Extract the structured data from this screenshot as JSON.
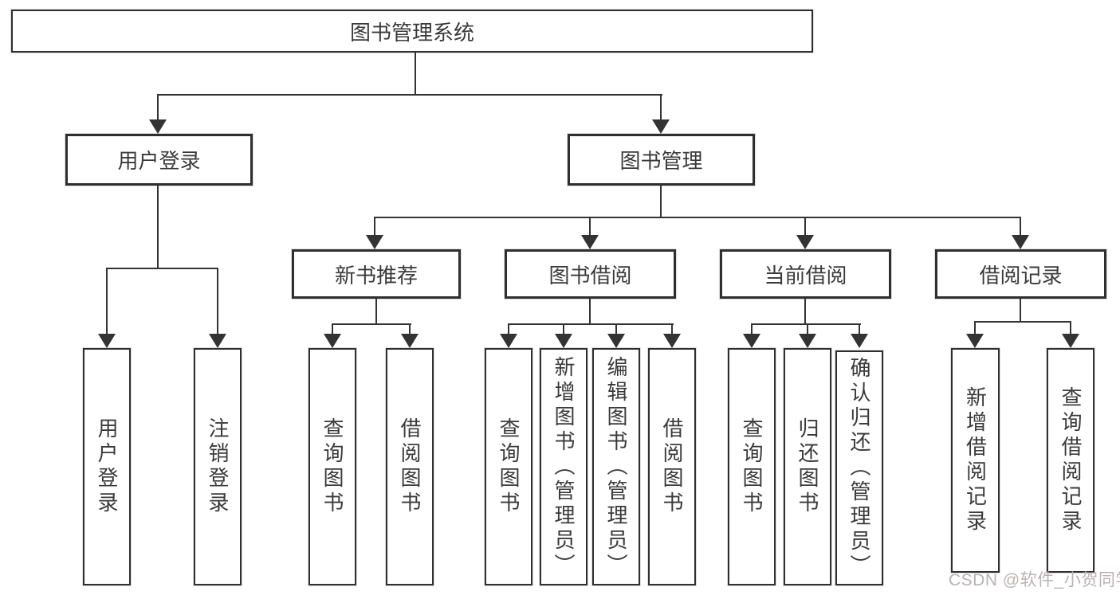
{
  "tree": {
    "root": {
      "label": "图书管理系统",
      "children": [
        {
          "label": "用户登录",
          "children": [
            {
              "label": "用户登录"
            },
            {
              "label": "注销登录"
            }
          ]
        },
        {
          "label": "图书管理",
          "children": [
            {
              "label": "新书推荐",
              "children": [
                {
                  "label": "查询图书"
                },
                {
                  "label": "借阅图书"
                }
              ]
            },
            {
              "label": "图书借阅",
              "children": [
                {
                  "label": "查询图书"
                },
                {
                  "label": "新增图书（管理员）"
                },
                {
                  "label": "编辑图书（管理员）"
                },
                {
                  "label": "借阅图书"
                }
              ]
            },
            {
              "label": "当前借阅",
              "children": [
                {
                  "label": "查询图书"
                },
                {
                  "label": "归还图书"
                },
                {
                  "label": "确认归还（管理员）"
                }
              ]
            },
            {
              "label": "借阅记录",
              "children": [
                {
                  "label": "新增借阅记录"
                },
                {
                  "label": "查询借阅记录"
                }
              ]
            }
          ]
        }
      ]
    }
  },
  "watermark": {
    "text": "CSDN @软件_小贺同学",
    "color": "#b9b3b3"
  },
  "colors": {
    "line": "#333333",
    "box_border": "#2f2f2f",
    "text": "#3a3a3a",
    "background": "#ffffff"
  }
}
